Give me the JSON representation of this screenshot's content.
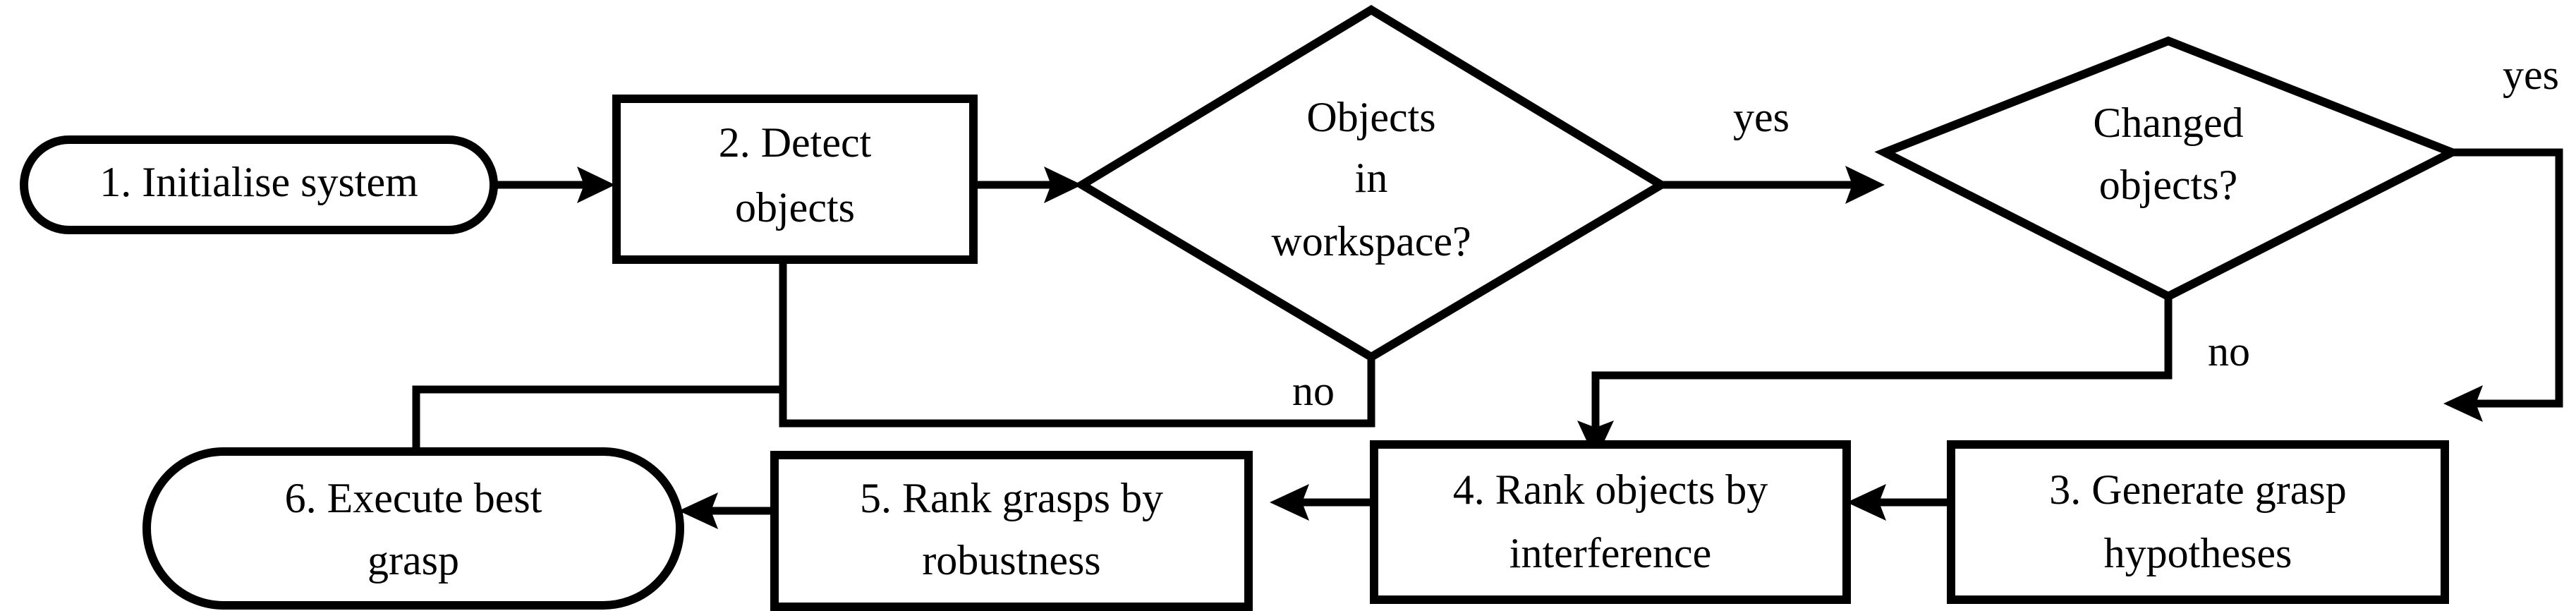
{
  "diagram": {
    "title": "Robotic grasping pipeline flowchart",
    "type": "flowchart",
    "background_color": "#ffffff",
    "line_color": "#000000",
    "text_color": "#000000",
    "nodes": [
      {
        "id": "n1",
        "shape": "stadium",
        "label_lines": [
          "1. Initialise system"
        ],
        "label": "1. Initialise system"
      },
      {
        "id": "n2",
        "shape": "rectangle",
        "label_lines": [
          "2. Detect",
          "objects"
        ],
        "label": "2. Detect objects"
      },
      {
        "id": "d1",
        "shape": "diamond",
        "label_lines": [
          "Objects",
          "in",
          "workspace?"
        ],
        "label": "Objects in workspace?"
      },
      {
        "id": "d2",
        "shape": "diamond",
        "label_lines": [
          "Changed",
          "objects?"
        ],
        "label": "Changed objects?"
      },
      {
        "id": "n3",
        "shape": "rectangle",
        "label_lines": [
          "3. Generate grasp",
          "hypotheses"
        ],
        "label": "3. Generate grasp hypotheses"
      },
      {
        "id": "n4",
        "shape": "rectangle",
        "label_lines": [
          "4. Rank objects by",
          "interference"
        ],
        "label": "4. Rank objects by interference"
      },
      {
        "id": "n5",
        "shape": "rectangle",
        "label_lines": [
          "5. Rank grasps by",
          "robustness"
        ],
        "label": "5. Rank grasps by robustness"
      },
      {
        "id": "n6",
        "shape": "stadium",
        "label_lines": [
          "6. Execute best",
          "grasp"
        ],
        "label": "6. Execute best grasp"
      }
    ],
    "edge_labels": {
      "d1_yes": "yes",
      "d1_no": "no",
      "d2_yes": "yes",
      "d2_no": "no"
    },
    "edges": [
      {
        "from": "n1",
        "to": "n2",
        "label": ""
      },
      {
        "from": "n2",
        "to": "d1",
        "label": ""
      },
      {
        "from": "d1",
        "to": "d2",
        "label": "yes"
      },
      {
        "from": "d1",
        "to": "n2",
        "label": "no"
      },
      {
        "from": "d2",
        "to": "n3",
        "label": "yes"
      },
      {
        "from": "d2",
        "to": "n4",
        "label": "no"
      },
      {
        "from": "n3",
        "to": "n4",
        "label": ""
      },
      {
        "from": "n4",
        "to": "n5",
        "label": ""
      },
      {
        "from": "n5",
        "to": "n6",
        "label": ""
      },
      {
        "from": "n6",
        "to": "n2",
        "label": ""
      }
    ]
  }
}
